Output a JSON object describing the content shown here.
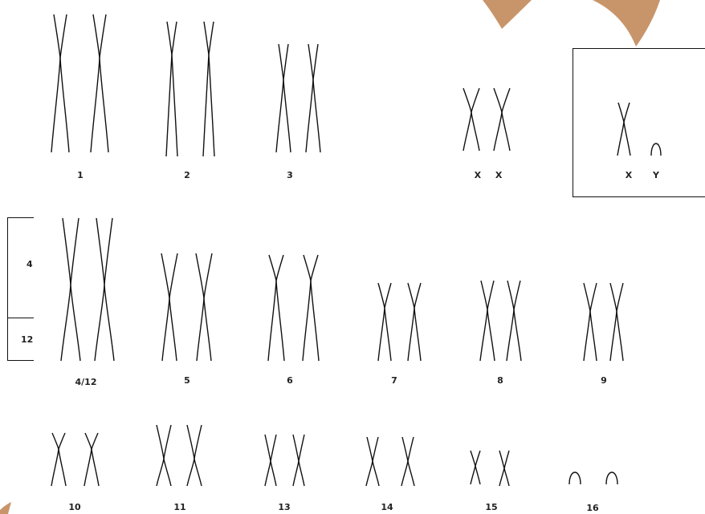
{
  "colors": {
    "decoration": "#c8956a",
    "ink": "#111111"
  },
  "karyotype": {
    "pairs": [
      {
        "label": "1",
        "shape": "x",
        "row": 1
      },
      {
        "label": "2",
        "shape": "x",
        "row": 1
      },
      {
        "label": "3",
        "shape": "x",
        "row": 1
      },
      {
        "label": "X X",
        "shape": "x",
        "row": 1
      },
      {
        "label": "4/12",
        "shape": "x",
        "row": 2
      },
      {
        "label": "5",
        "shape": "x",
        "row": 2
      },
      {
        "label": "6",
        "shape": "x",
        "row": 2
      },
      {
        "label": "7",
        "shape": "x",
        "row": 2
      },
      {
        "label": "8",
        "shape": "x",
        "row": 2
      },
      {
        "label": "9",
        "shape": "x",
        "row": 2
      },
      {
        "label": "10",
        "shape": "x",
        "row": 3
      },
      {
        "label": "11",
        "shape": "x",
        "row": 3
      },
      {
        "label": "13",
        "shape": "x",
        "row": 3
      },
      {
        "label": "14",
        "shape": "x",
        "row": 3
      },
      {
        "label": "15",
        "shape": "x",
        "row": 3
      },
      {
        "label": "16",
        "shape": "arc",
        "row": 3
      }
    ],
    "sex_box": {
      "x_label": "X",
      "y_label": "Y"
    },
    "bracket": {
      "upper_label": "4",
      "lower_label": "12"
    }
  }
}
